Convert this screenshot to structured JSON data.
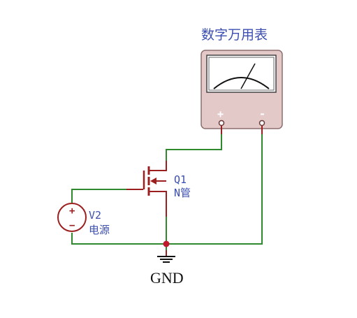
{
  "meter": {
    "title": "数字万用表",
    "plus_label": "+",
    "minus_label": "-"
  },
  "transistor": {
    "ref": "Q1",
    "type_label": "N管"
  },
  "source": {
    "ref": "V2",
    "name_label": "电源",
    "plus_sign": "+",
    "minus_sign": "−"
  },
  "ground": {
    "label": "GND"
  },
  "colors": {
    "wire_component": "#9c1f1f",
    "wire_net": "#2f8a2f",
    "text": "#3c4fb0",
    "meter_body": "#e4c9c9"
  }
}
